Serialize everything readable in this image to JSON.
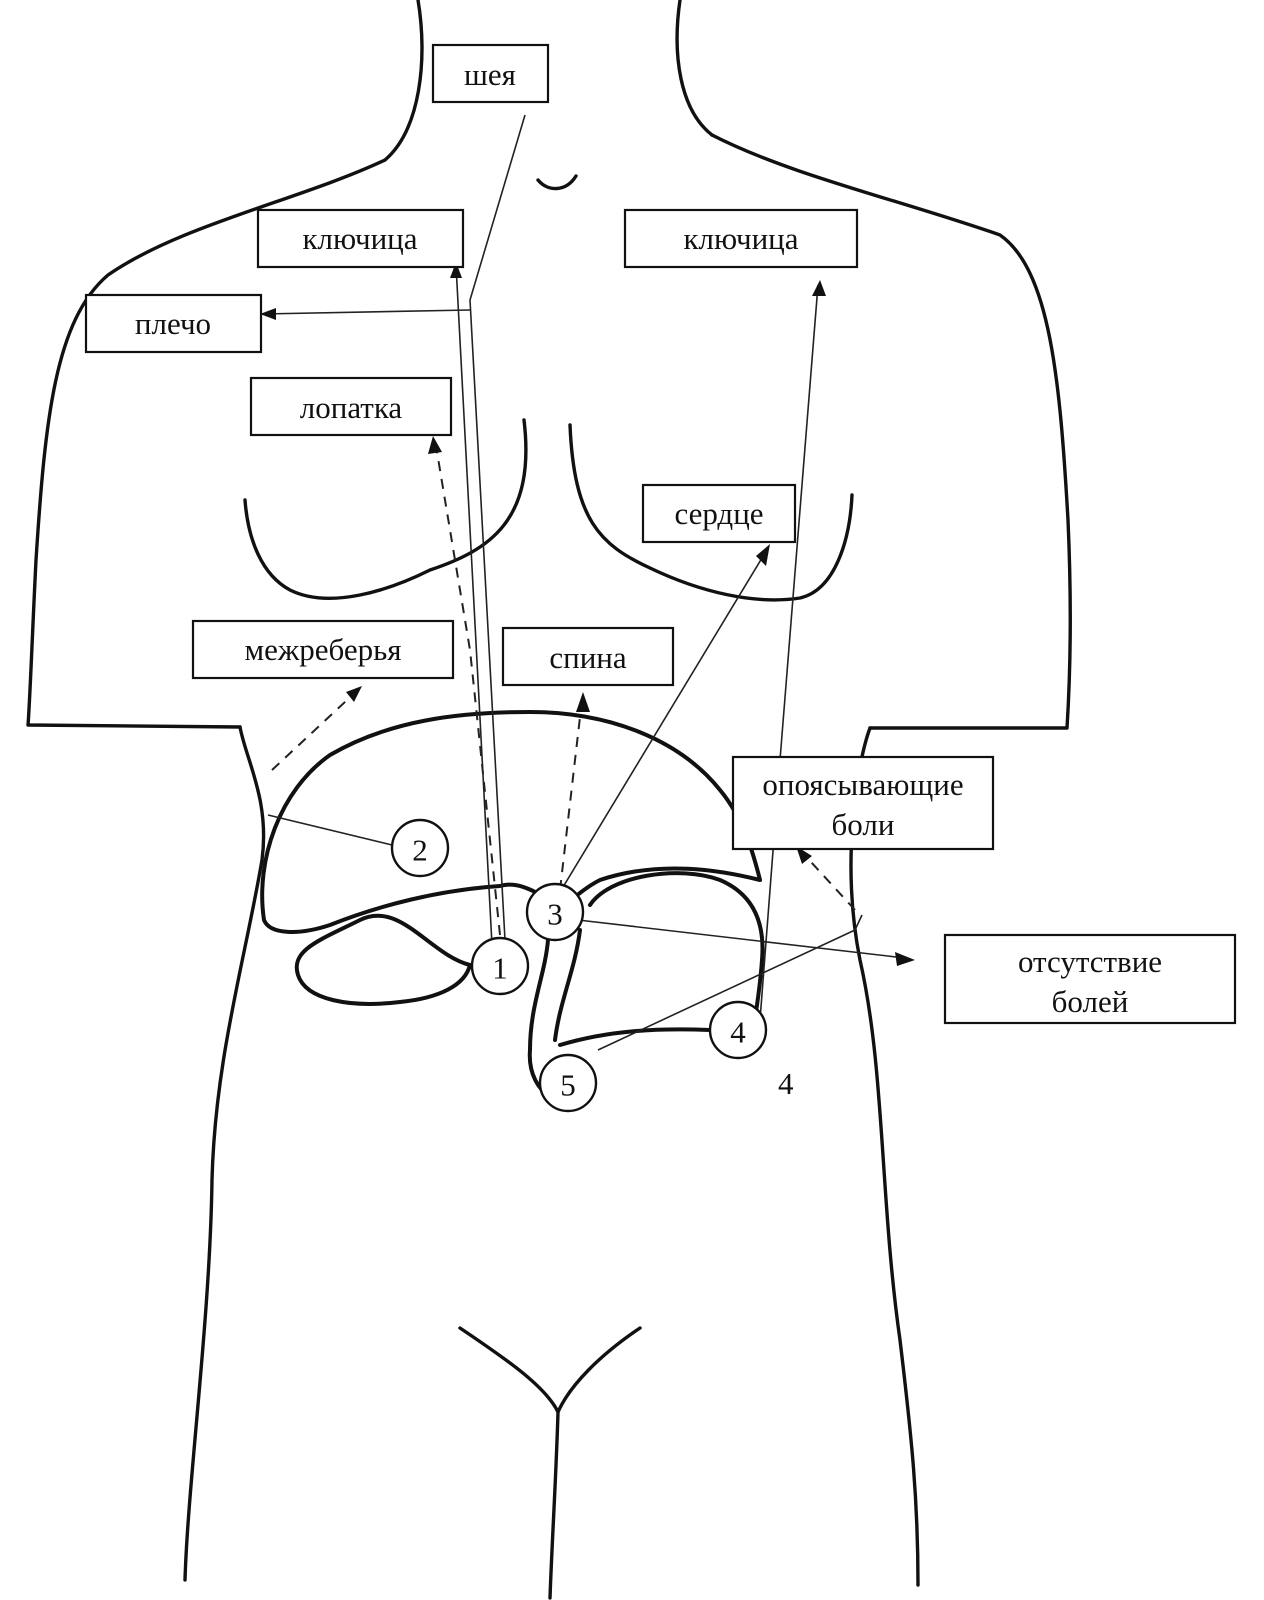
{
  "labels": {
    "neck": "шея",
    "clavicle_left": "ключица",
    "clavicle_right": "ключица",
    "shoulder": "плечо",
    "scapula": "лопатка",
    "heart": "сердце",
    "intercostal": "межреберья",
    "back": "спина",
    "girdle_pain": [
      "опоясывающие",
      "боли"
    ],
    "no_pain": [
      "отсутствие",
      "болей"
    ]
  },
  "markers": {
    "m1": "1",
    "m2": "2",
    "m3": "3",
    "m4": "4",
    "m5": "5"
  },
  "free_number": "4"
}
